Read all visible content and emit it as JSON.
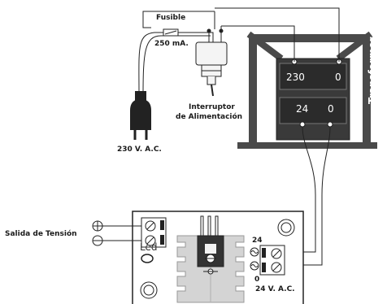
{
  "labels": {
    "fuse": "Fusible",
    "fuse_rating": "250 mA.",
    "mains_voltage": "230 V. A.C.",
    "switch_line1": "Interruptor",
    "switch_line2": "de Alimentación",
    "transformer": "Transformer",
    "primary_230": "230",
    "primary_0": "0",
    "secondary_24": "24",
    "secondary_0": "0",
    "output_title": "Salida de Tensión",
    "led": "Led",
    "input_24": "24",
    "input_0": "0",
    "input_vac": "24 V. A.C."
  }
}
